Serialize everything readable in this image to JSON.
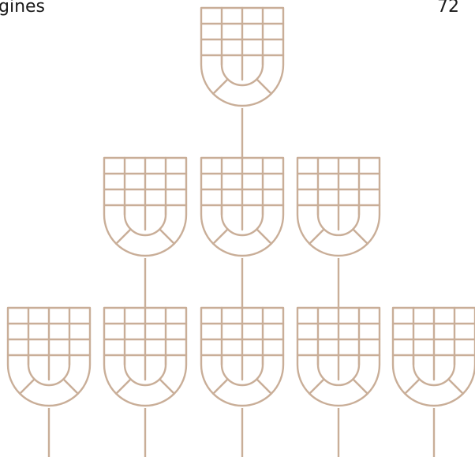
{
  "page": {
    "header_left": "gines",
    "page_number": "72"
  },
  "motif": {
    "stroke_color": "#c9ae98",
    "background_color": "#ffffff",
    "shape": "shield-window",
    "rows": [
      {
        "count": 1
      },
      {
        "count": 3
      },
      {
        "count": 5
      }
    ]
  }
}
